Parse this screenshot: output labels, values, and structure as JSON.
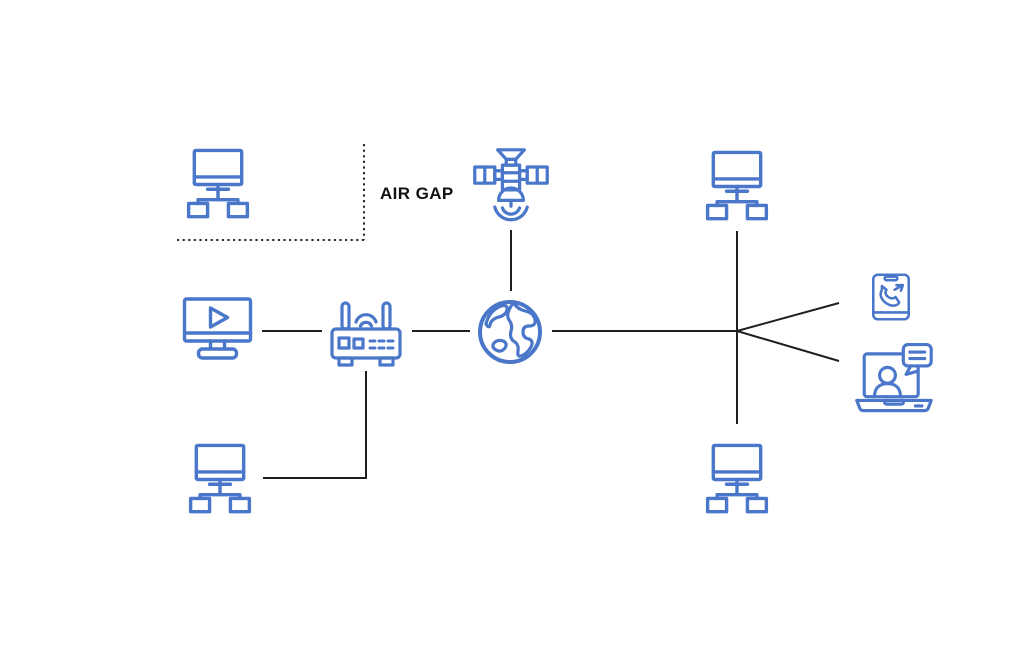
{
  "diagram": {
    "air_gap_label": "AIR GAP",
    "nodes": [
      {
        "id": "air-gapped-workstation",
        "kind": "workstation"
      },
      {
        "id": "satellite",
        "kind": "satellite"
      },
      {
        "id": "workstation-top-right",
        "kind": "workstation"
      },
      {
        "id": "media-monitor",
        "kind": "monitor-with-play-button"
      },
      {
        "id": "wifi-router",
        "kind": "router"
      },
      {
        "id": "internet-globe",
        "kind": "globe"
      },
      {
        "id": "phone-call-device",
        "kind": "phone-incoming-call"
      },
      {
        "id": "video-conference-laptop",
        "kind": "laptop-video-chat"
      },
      {
        "id": "workstation-bottom-left",
        "kind": "workstation"
      },
      {
        "id": "workstation-bottom-right",
        "kind": "workstation"
      }
    ],
    "connections": [
      "media-monitor to wifi-router",
      "wifi-router to internet-globe",
      "wifi-router to workstation-bottom-left",
      "satellite to internet-globe",
      "internet-globe to junction",
      "workstation-top-right to junction",
      "junction to workstation-bottom-right",
      "junction to phone-call-device",
      "junction to video-conference-laptop"
    ]
  },
  "colors": {
    "icon_blue": "#4a77c9",
    "line_dark": "#1f1f1f",
    "label_text": "#111111",
    "background": "#ffffff"
  }
}
